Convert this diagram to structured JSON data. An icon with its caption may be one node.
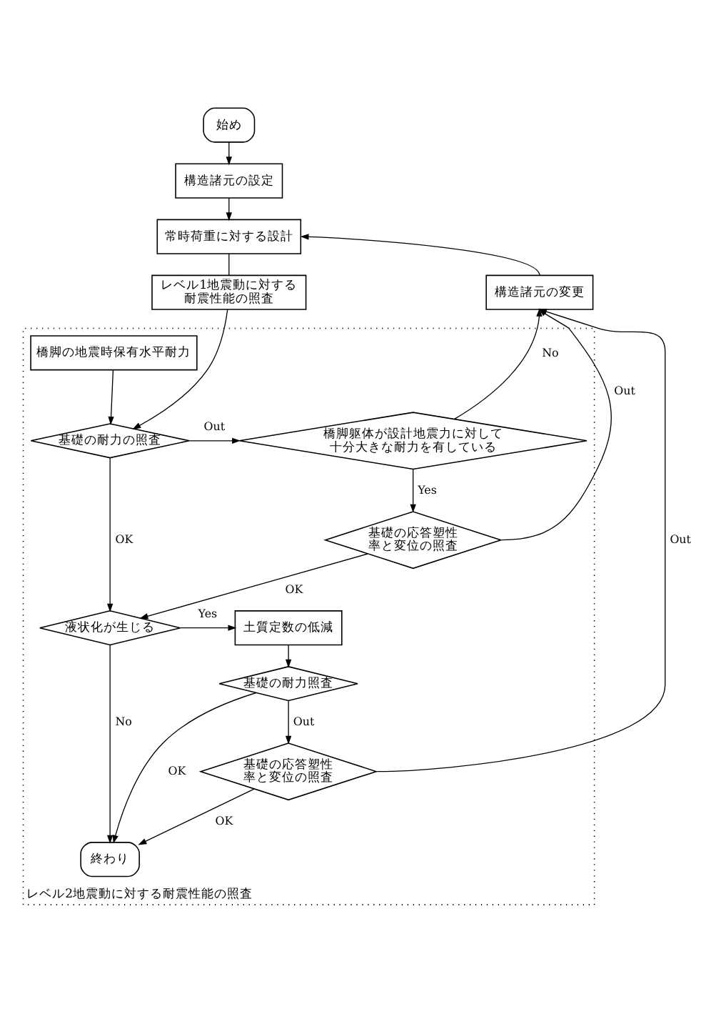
{
  "diagram": {
    "nodes": [
      {
        "text": [
          "始め"
        ]
      },
      {
        "text": [
          "構造諸元の設定"
        ]
      },
      {
        "text": [
          "常時荷重に対する設計"
        ]
      },
      {
        "text": [
          "レベル1地震動に対する耐震性能の照査"
        ]
      },
      {
        "text": [
          "構造諸元の変更"
        ]
      },
      {
        "text": [
          "レベル2地震動に対する耐震性能の照査"
        ]
      },
      {
        "text": [
          "橋脚の地震時保有水平耐力"
        ],
        "in": 5
      },
      {
        "text": [
          "基礎の耐力の照査"
        ],
        "in": 5
      },
      {
        "text": [
          "橋脚躯体が設計地震力に対して十分大きな耐力を有している"
        ],
        "in": 5
      },
      {
        "text": [
          "基礎の応答塑性率と変位の照査"
        ],
        "in": 5
      },
      {
        "text": [
          "液状化が生じる"
        ],
        "in": 5
      },
      {
        "text": [
          "土質定数の低減"
        ],
        "in": 5
      },
      {
        "text": [
          "基礎の耐力照査"
        ],
        "in": 5
      },
      {
        "text": [
          "基礎の応答塑性率と変位の照査"
        ],
        "in": 5
      },
      {
        "text": [
          "終わり"
        ],
        "in": 5
      }
    ],
    "edges": [
      {
        "from": 0,
        "to": 1,
        "arrow": "to"
      },
      {
        "from": 1,
        "to": 2,
        "arrow": "to"
      },
      {
        "from": 4,
        "to": 2,
        "arrow": "to"
      },
      {
        "from": 2,
        "to": 3,
        "arrow": "none"
      },
      {
        "from": 3,
        "to": 7,
        "arrow": "to"
      },
      {
        "from": 6,
        "to": 7,
        "arrow": "to"
      },
      {
        "from": 7,
        "to": 8,
        "arrow": "to",
        "label": "Out"
      },
      {
        "from": 8,
        "to": 4,
        "arrow": "to",
        "label": "No"
      },
      {
        "from": 7,
        "to": 10,
        "arrow": "to",
        "label": "OK"
      },
      {
        "from": 8,
        "to": 9,
        "arrow": "to",
        "label": "Yes"
      },
      {
        "from": 9,
        "to": 4,
        "arrow": "to",
        "label": "Out"
      },
      {
        "from": 9,
        "to": 10,
        "arrow": "to",
        "label": "OK"
      },
      {
        "from": 10,
        "to": 11,
        "arrow": "to",
        "label": "Yes"
      },
      {
        "from": 10,
        "to": 14,
        "arrow": "to",
        "label": "No"
      },
      {
        "from": 11,
        "to": 12,
        "arrow": "to"
      },
      {
        "from": 12,
        "to": 14,
        "arrow": "to",
        "label": "OK"
      },
      {
        "from": 12,
        "to": 13,
        "arrow": "to",
        "label": "Out"
      },
      {
        "from": 13,
        "to": 4,
        "arrow": "to",
        "label": "Out"
      },
      {
        "from": 13,
        "to": 14,
        "arrow": "to",
        "label": "OK"
      }
    ]
  }
}
